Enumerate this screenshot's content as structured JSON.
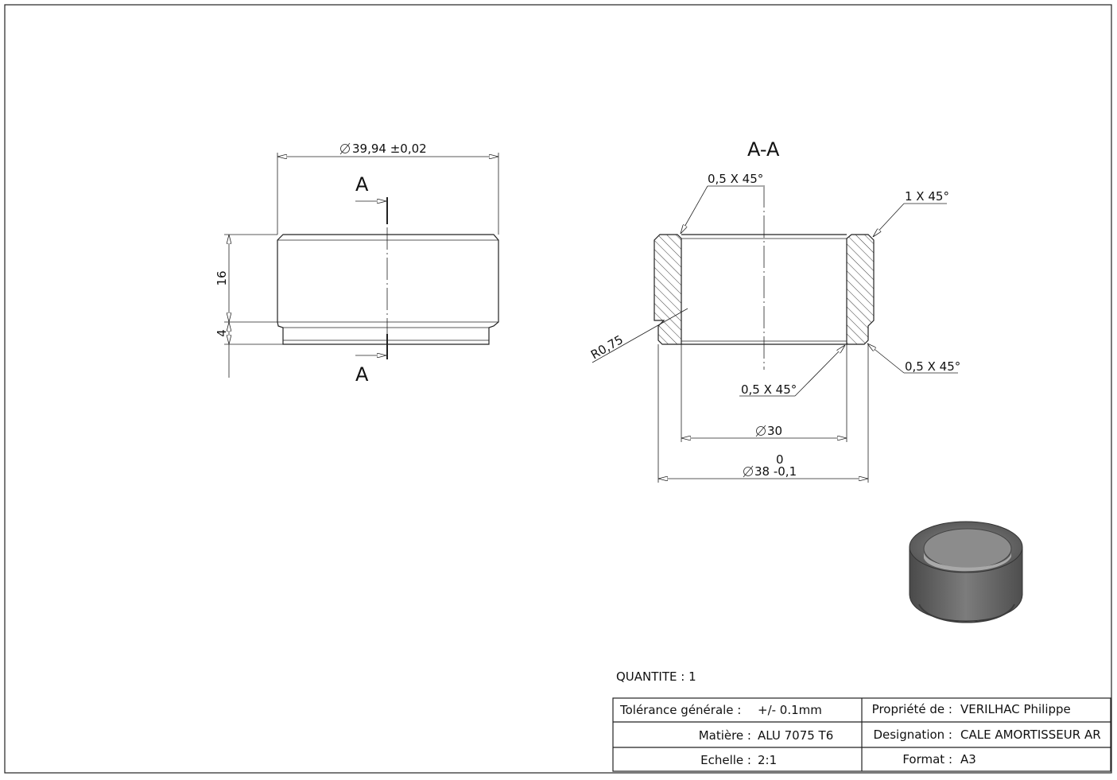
{
  "section": {
    "label_top": "A",
    "label_bottom": "A",
    "view_title": "A-A"
  },
  "front_view": {
    "dia_label": "39,94 ±0,02",
    "height_16": "16",
    "height_4": "4"
  },
  "section_view": {
    "chamfer_top_left": "0,5 X 45°",
    "chamfer_top_right": "1 X 45°",
    "radius": "R0,75",
    "chamfer_bottom_inner": "0,5 X 45°",
    "chamfer_bottom_right": "0,5 X 45°",
    "dia_inner": "30",
    "dia_outer": "38 -0,1",
    "dia_outer_upper_tol": "0"
  },
  "quantity": "QUANTITE : 1",
  "title_block": {
    "tolerance_label": "Tolérance générale :",
    "tolerance_value": "+/- 0.1mm",
    "material_label": "Matière :",
    "material_value": "ALU 7075 T6",
    "scale_label": "Echelle :",
    "scale_value": "2:1",
    "owner_label": "Propriété de :",
    "owner_value": "VERILHAC Philippe",
    "designation_label": "Designation :",
    "designation_value": "CALE AMORTISSEUR AR",
    "format_label": "Format :",
    "format_value": "A3"
  },
  "colors": {
    "line": "#222222",
    "part_shade": "#707070"
  }
}
